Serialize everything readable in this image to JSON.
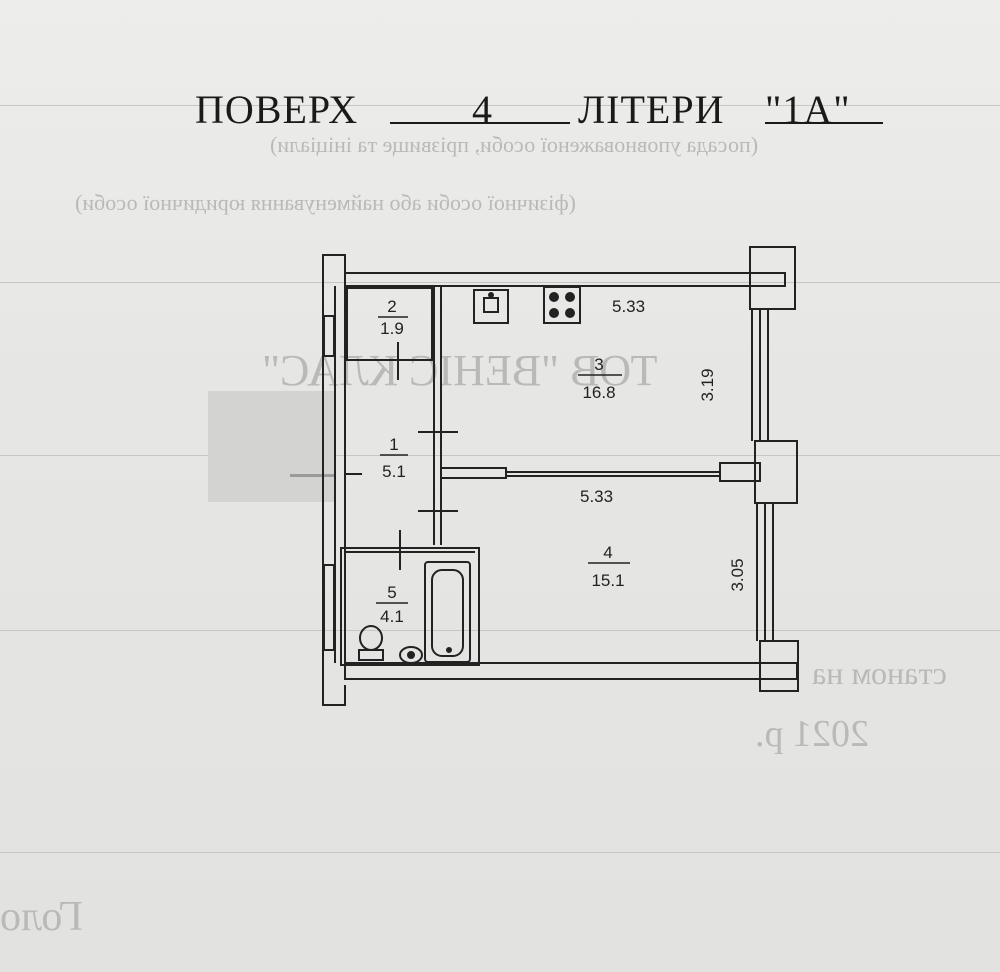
{
  "header": {
    "floor_label": "ПОВЕРХ",
    "floor_value": "4",
    "letter_label": "ЛІТЕРИ",
    "letter_value": "\"1А\""
  },
  "background_text": {
    "line1": "(посада уповноваженої особи, прізвище та ініціали)",
    "line2": "(фізичної особи або найменування юридичної особи)",
    "company": "ТОВ \"ВЕНІС КЛАС\"",
    "station": "станом на",
    "year": "2021 р.",
    "corner": "Голо"
  },
  "rooms": [
    {
      "number": "2",
      "area": "1.9"
    },
    {
      "number": "3",
      "area": "16.8"
    },
    {
      "number": "1",
      "area": "5.1"
    },
    {
      "number": "4",
      "area": "15.1"
    },
    {
      "number": "5",
      "area": "4.1"
    }
  ],
  "dimensions": {
    "kitchen_width": "5.33",
    "kitchen_depth": "3.19",
    "room_width": "5.33",
    "room_depth": "3.05"
  }
}
